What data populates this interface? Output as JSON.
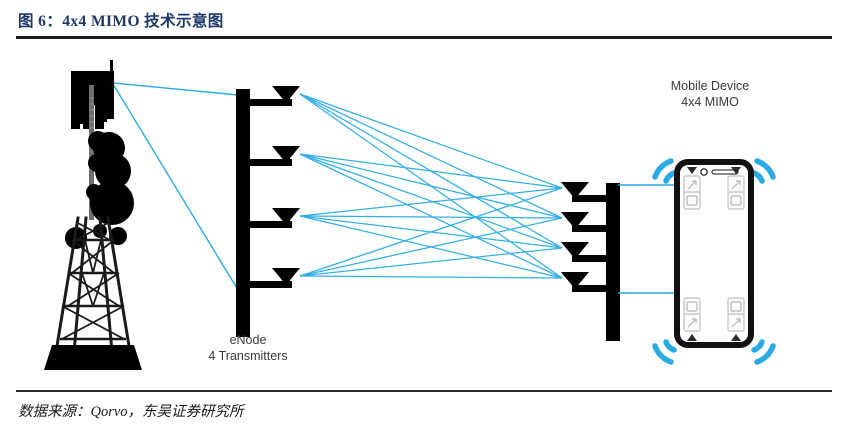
{
  "figure": {
    "title": "图 6：4x4 MIMO 技术示意图",
    "source": "数据来源：Qorvo，东吴证券研究所"
  },
  "diagram": {
    "type": "4x4-mimo-schematic",
    "transmitter": {
      "label_line1": "eNode",
      "label_line2": "4 Transmitters",
      "antenna_count": 4
    },
    "receiver": {
      "label_line1": "Mobile Device",
      "label_line2": "4x4 MIMO",
      "antenna_count": 4
    },
    "beam_paths": 16,
    "colors": {
      "beam": "#29ABE2",
      "structure": "#000000",
      "title": "#1F3864",
      "label": "#3A3A3A"
    }
  }
}
